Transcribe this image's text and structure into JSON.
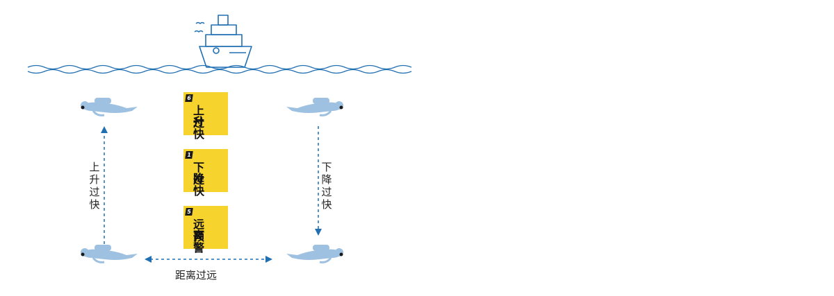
{
  "cards": [
    {
      "badge": "6",
      "line1": "上 升",
      "line2": "过 快"
    },
    {
      "badge": "1",
      "line1": "下 降",
      "line2": "过 快"
    },
    {
      "badge": "5",
      "line1": "远 离",
      "line2": "预 警"
    }
  ],
  "labels": {
    "ascent": "上升过快",
    "descent": "下降过快",
    "distance": "距离过远"
  },
  "colors": {
    "ship_line": "#1f6fb2",
    "wave": "#1f6fb2",
    "diver": "#9ec1e2",
    "arrow": "#1f6fb2",
    "card_bg": "#f6d32d"
  }
}
